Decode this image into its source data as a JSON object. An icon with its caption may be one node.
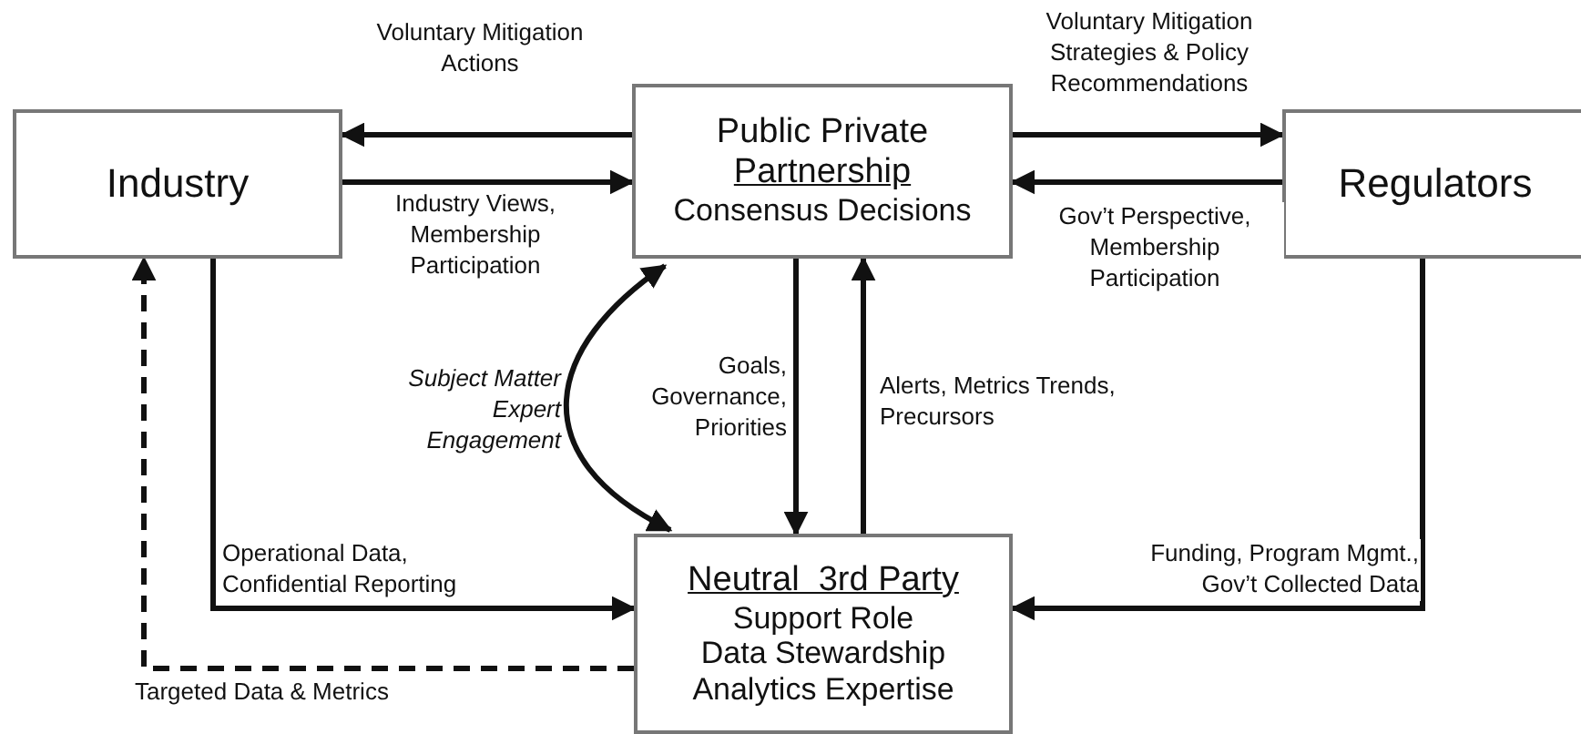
{
  "diagram": {
    "nodes": [
      {
        "text": [
          "Industry"
        ]
      },
      {
        "text": [
          "Public Private",
          "Partnership",
          "Consensus Decisions"
        ]
      },
      {
        "text": [
          "Regulators"
        ]
      },
      {
        "text": [
          "Neutral  3rd Party",
          "Support Role",
          "Data Stewardship",
          "Analytics Expertise"
        ]
      }
    ],
    "edges": [
      {
        "from": 1,
        "to": 0,
        "arrow": "to",
        "label": "Voluntary Mitigation Actions"
      },
      {
        "from": 0,
        "to": 1,
        "arrow": "to",
        "label": "Industry Views, Membership Participation"
      },
      {
        "from": 1,
        "to": 2,
        "arrow": "to",
        "label": "Voluntary Mitigation Strategies & Policy Recommendations"
      },
      {
        "from": 2,
        "to": 1,
        "arrow": "to",
        "label": "Gov’t Perspective, Membership Participation"
      },
      {
        "from": 1,
        "to": 3,
        "arrow": "to",
        "label": "Goals, Governance, Priorities"
      },
      {
        "from": 3,
        "to": 1,
        "arrow": "to",
        "label": "Alerts, Metrics Trends, Precursors"
      },
      {
        "from": 1,
        "to": 3,
        "arrow": "both",
        "label": "Subject Matter Expert Engagement"
      },
      {
        "from": 0,
        "to": 3,
        "arrow": "to",
        "label": "Operational Data, Confidential Reporting"
      },
      {
        "from": 2,
        "to": 3,
        "arrow": "to",
        "label": "Funding, Program Mgmt., Gov’t Collected Data"
      },
      {
        "from": 3,
        "to": 0,
        "arrow": "to",
        "label": "Targeted Data & Metrics",
        "style": "dashed"
      }
    ]
  }
}
